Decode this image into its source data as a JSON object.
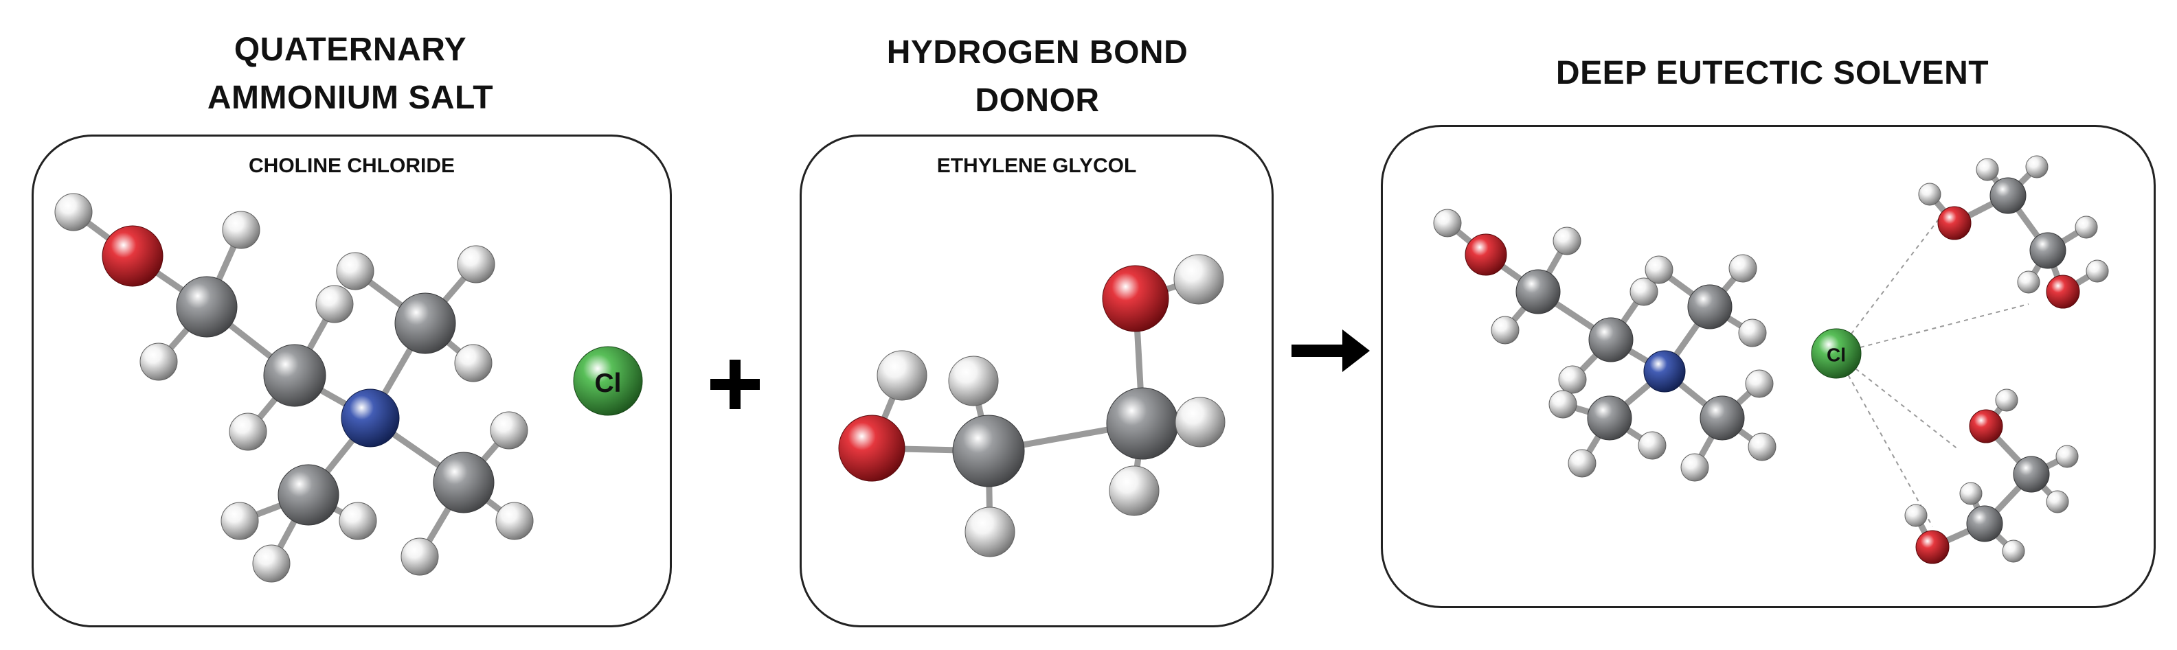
{
  "titles": {
    "salt": [
      "QUATERNARY",
      "AMMONIUM SALT"
    ],
    "donor": [
      "HYDROGEN BOND",
      "DONOR"
    ],
    "des": "DEEP EUTECTIC SOLVENT"
  },
  "compounds": {
    "salt": "CHOLINE CHLORIDE",
    "donor": "ETHYLENE GLYCOL"
  },
  "atom_labels": {
    "chloride": "Cl"
  },
  "operators": {
    "plus": "+",
    "arrow": "right-arrow-icon"
  },
  "colors": {
    "carbon": "#8a8d90",
    "oxygen": "#e0141c",
    "nitrogen": "#2240a8",
    "hydrogen": "#f2f2f2",
    "chlorine": "#3cb43c",
    "outline": "#222222"
  }
}
